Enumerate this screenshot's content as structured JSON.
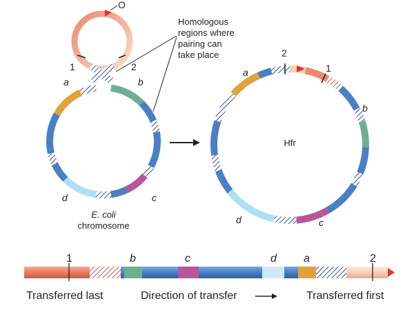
{
  "callout": {
    "line1": "Homologous",
    "line2": "regions where",
    "line3": "pairing can",
    "line4": "take place"
  },
  "f_plasmid": {
    "origin_label": "O",
    "site1_label": "1",
    "site2_label": "2"
  },
  "chromosome": {
    "caption_line1": "E. coli",
    "caption_line2": "chromosome",
    "segment_labels": {
      "a": "a",
      "b": "b",
      "c": "c",
      "d": "d"
    }
  },
  "hfr": {
    "center_label": "Hfr",
    "site1_label": "1",
    "site2_label": "2",
    "segment_labels": {
      "a": "a",
      "b": "b",
      "c": "c",
      "d": "d"
    }
  },
  "transfer_bar": {
    "markers": {
      "m1": "1",
      "b": "b",
      "c": "c",
      "d": "d",
      "a": "a",
      "m2": "2"
    },
    "left_caption": "Transferred last",
    "middle_caption": "Direction of transfer",
    "right_caption": "Transferred first"
  },
  "colors": {
    "chromosome_blue": "#4a7fc3",
    "segment_a_orange": "#e0a33a",
    "segment_b_green": "#6fae93",
    "segment_c_magenta": "#b8569a",
    "segment_d_lightblue": "#aee0f3",
    "plasmid_salmon": "#ec8a72",
    "plasmid_pale": "#f7d2bd",
    "origin_arrow_red": "#e0342a"
  }
}
